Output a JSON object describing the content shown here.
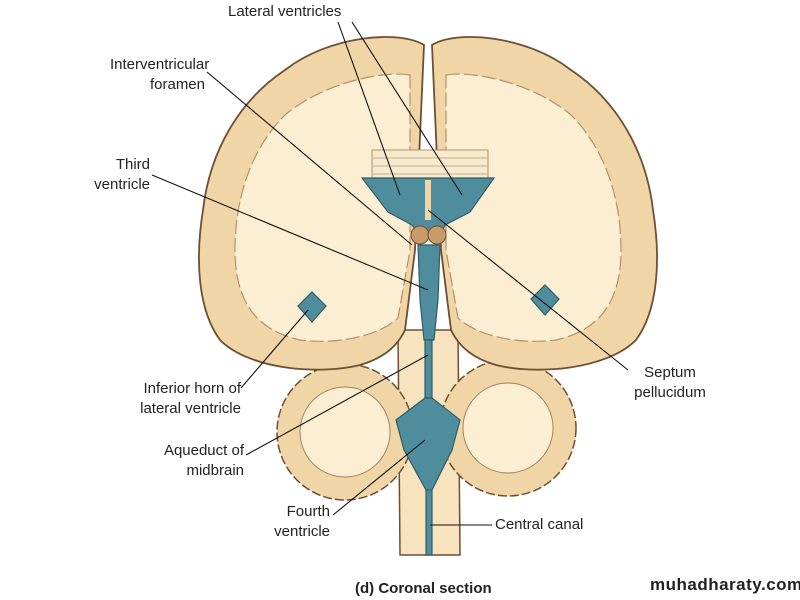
{
  "labels": {
    "lateral_ventricles": "Lateral ventricles",
    "interventricular_foramen": [
      "Interventricular",
      "foramen"
    ],
    "third_ventricle": [
      "Third",
      "ventricle"
    ],
    "inferior_horn": [
      "Inferior horn of",
      "lateral ventricle"
    ],
    "aqueduct": [
      "Aqueduct of",
      "midbrain"
    ],
    "fourth_ventricle": [
      "Fourth",
      "ventricle"
    ],
    "central_canal": "Central canal",
    "septum_pellucidum": [
      "Septum",
      "pellucidum"
    ]
  },
  "caption": "(d) Coronal section",
  "watermark": "muhadharaty.com",
  "colors": {
    "grey_matter": "#f0d5a6",
    "white_matter": "#fbeed2",
    "outline": "#6e4f33",
    "ventricle": "#4f8c9c"
  }
}
